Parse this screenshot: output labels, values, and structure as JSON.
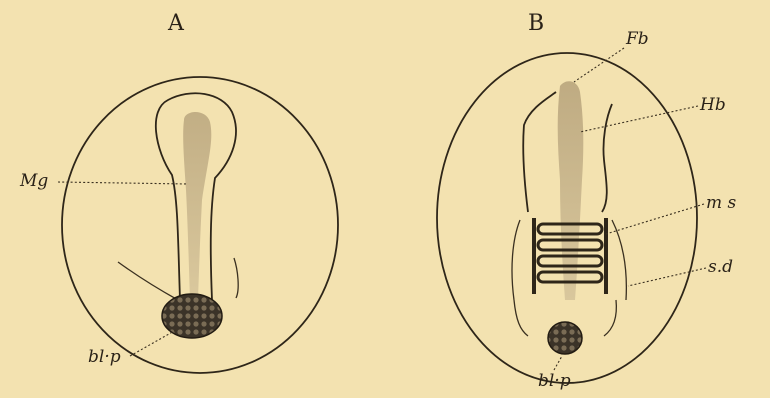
{
  "figure": {
    "panels": [
      {
        "id": "A",
        "letter": "A",
        "labels": {
          "mg": "Mg",
          "blp": "bl·p"
        }
      },
      {
        "id": "B",
        "letter": "B",
        "labels": {
          "fb": "Fb",
          "hb": "Hb",
          "ms": "m s",
          "sd": "s.d",
          "blp": "bl·p"
        }
      }
    ]
  },
  "colors": {
    "background": "#f3e2b0",
    "ink": "#2e2619",
    "shading": "#c8b48a",
    "blastopore": "#3b3328"
  }
}
